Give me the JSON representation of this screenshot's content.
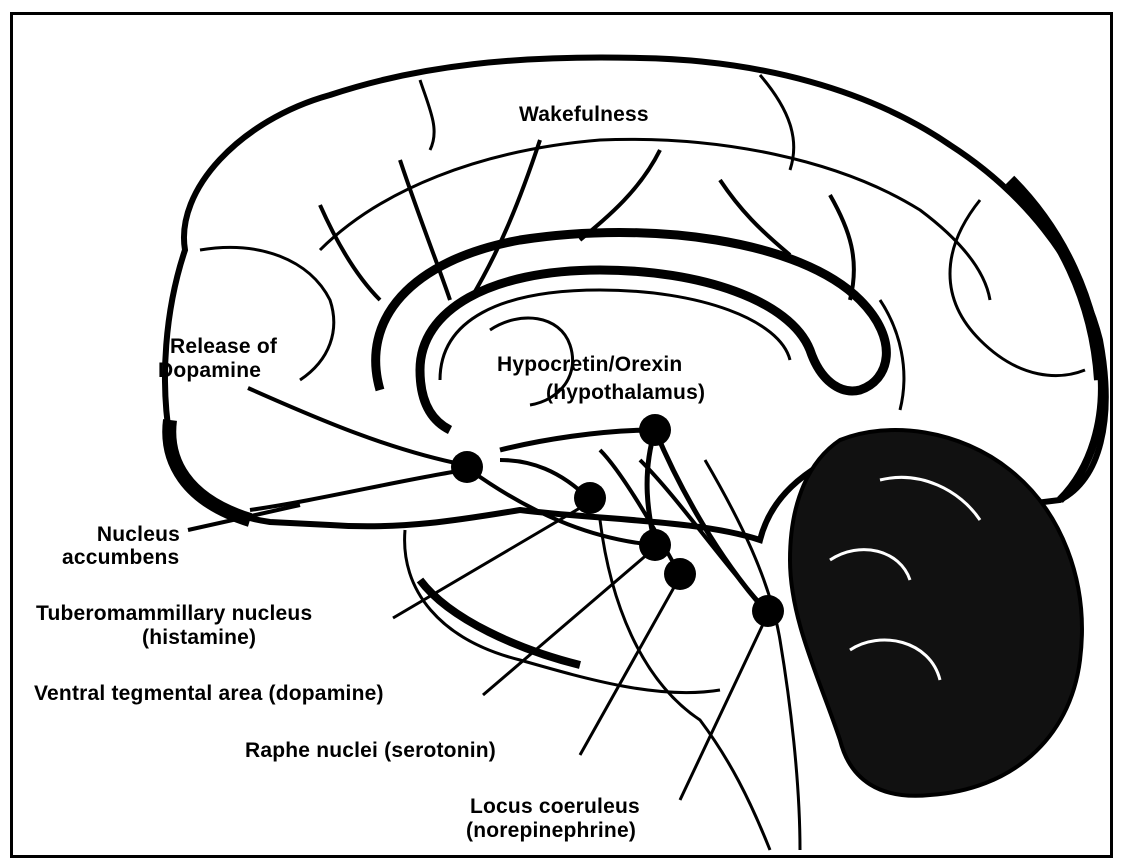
{
  "labels": {
    "wakefulness": "Wakefulness",
    "dopamine_release_1": "Release of",
    "dopamine_release_2": "Dopamine",
    "hypocretin_1": "Hypocretin/Orexin",
    "hypocretin_2": "(hypothalamus)",
    "nucleus_accumbens_1": "Nucleus",
    "nucleus_accumbens_2": "accumbens",
    "tmn_1": "Tuberomammillary nucleus",
    "tmn_2": "(histamine)",
    "vta": "Ventral tegmental area (dopamine)",
    "raphe": "Raphe nuclei (serotonin)",
    "lc_1": "Locus coeruleus",
    "lc_2": "(norepinephrine)"
  },
  "colors": {
    "ink": "#000000",
    "background": "#ffffff",
    "cerebellum_fill": "#111111"
  }
}
